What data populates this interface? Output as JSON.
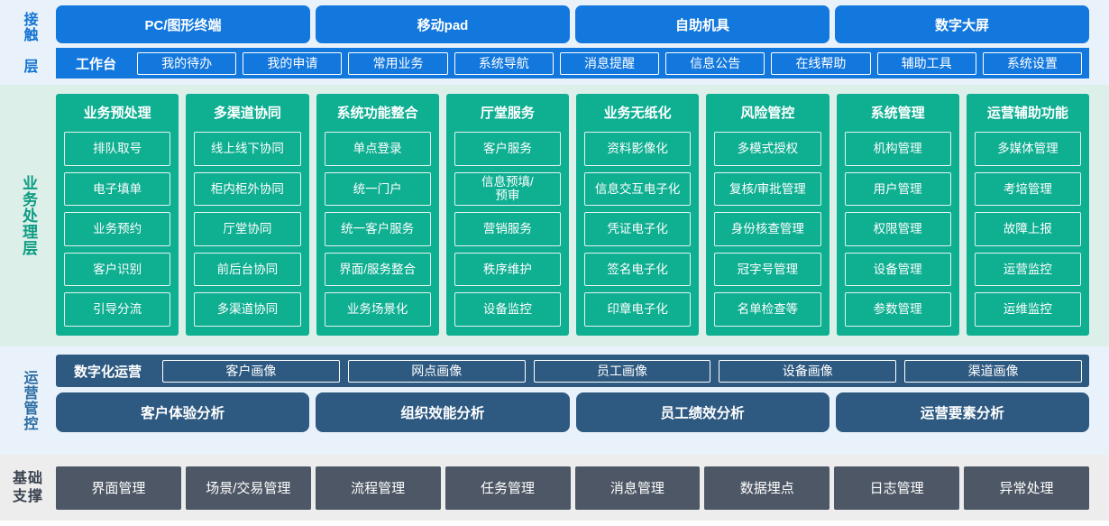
{
  "layers": {
    "contact": {
      "label": "接触\n层",
      "channels": [
        "PC/图形终端",
        "移动pad",
        "自助机具",
        "数字大屏"
      ],
      "workbench_label": "工作台",
      "menu_items": [
        "我的待办",
        "我的申请",
        "常用业务",
        "系统导航",
        "消息提醒",
        "信息公告",
        "在线帮助",
        "辅助工具",
        "系统设置"
      ],
      "accent": "#1378DE",
      "background": "#E9F2FB"
    },
    "business": {
      "label": "业务处理层",
      "accent": "#0FAF92",
      "background": "#DCEFE9",
      "columns": [
        {
          "title": "业务预处理",
          "items": [
            "排队取号",
            "电子填单",
            "业务预约",
            "客户识别",
            "引导分流"
          ]
        },
        {
          "title": "多渠道协同",
          "items": [
            "线上线下协同",
            "柜内柜外协同",
            "厅堂协同",
            "前后台协同",
            "多渠道协同"
          ]
        },
        {
          "title": "系统功能整合",
          "items": [
            "单点登录",
            "统一门户",
            "统一客户服务",
            "界面/服务整合",
            "业务场景化"
          ]
        },
        {
          "title": "厅堂服务",
          "items": [
            "客户服务",
            "信息预填/\n预审",
            "营销服务",
            "秩序维护",
            "设备监控"
          ]
        },
        {
          "title": "业务无纸化",
          "items": [
            "资料影像化",
            "信息交互电子化",
            "凭证电子化",
            "签名电子化",
            "印章电子化"
          ]
        },
        {
          "title": "风险管控",
          "items": [
            "多模式授权",
            "复核/审批管理",
            "身份核查管理",
            "冠字号管理",
            "名单检查等"
          ]
        },
        {
          "title": "系统管理",
          "items": [
            "机构管理",
            "用户管理",
            "权限管理",
            "设备管理",
            "参数管理"
          ]
        },
        {
          "title": "运营辅助功能",
          "items": [
            "多媒体管理",
            "考培管理",
            "故障上报",
            "运营监控",
            "运维监控"
          ]
        }
      ]
    },
    "operations": {
      "label": "运营管控",
      "accent": "#2E5A82",
      "background": "#E9F2FB",
      "digital_label": "数字化运营",
      "portraits": [
        "客户画像",
        "网点画像",
        "员工画像",
        "设备画像",
        "渠道画像"
      ],
      "analysis": [
        "客户体验分析",
        "组织效能分析",
        "员工绩效分析",
        "运营要素分析"
      ]
    },
    "foundation": {
      "label": "基础\n支撑",
      "accent": "#4D5765",
      "background": "#EDEDED",
      "items": [
        "界面管理",
        "场景/交易管理",
        "流程管理",
        "任务管理",
        "消息管理",
        "数据埋点",
        "日志管理",
        "异常处理"
      ]
    }
  }
}
